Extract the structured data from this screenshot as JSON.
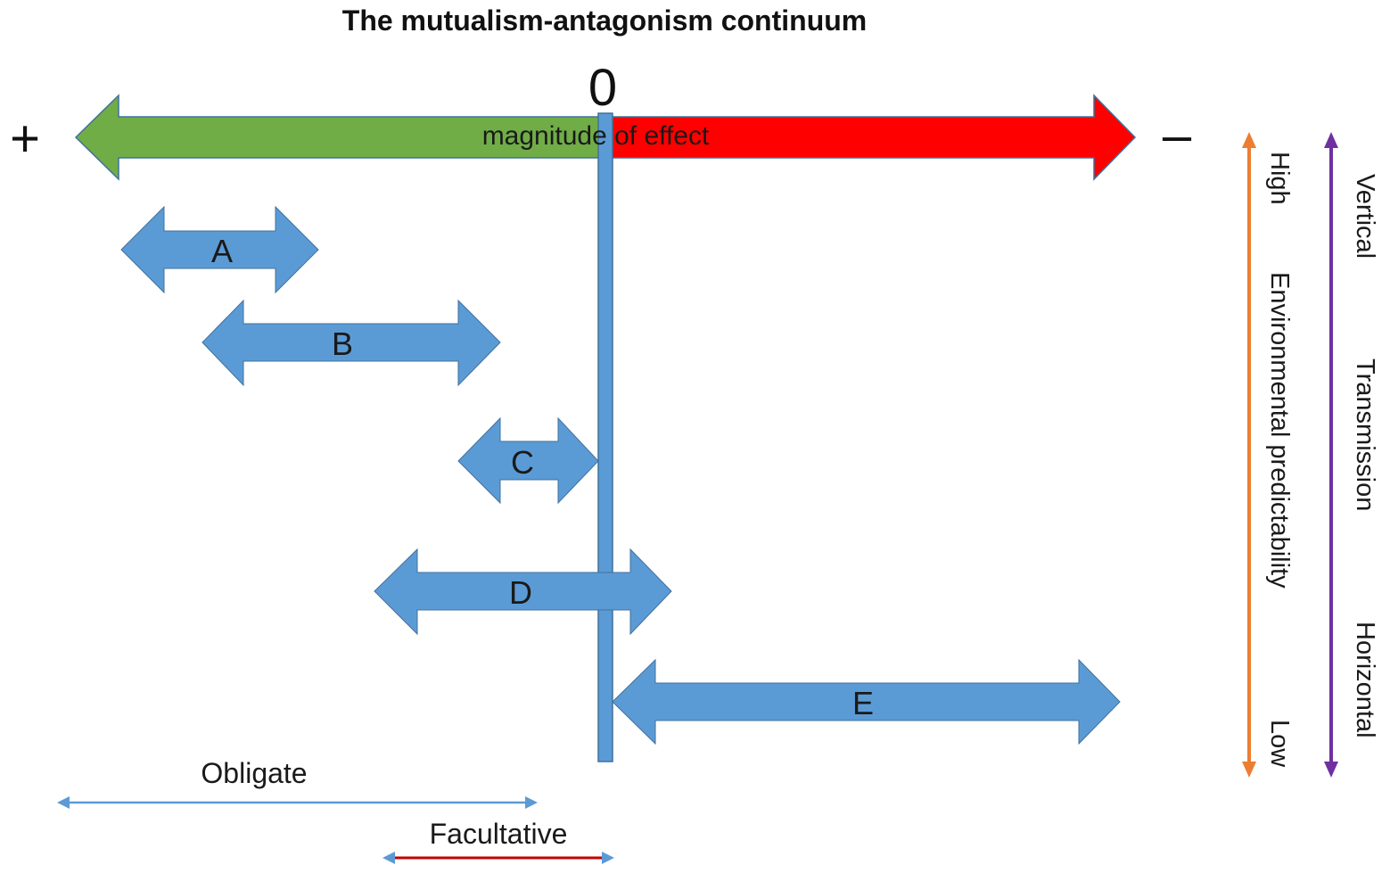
{
  "title": "The mutualism-antagonism continuum",
  "axis": {
    "zero_label": "0",
    "plus_label": "+",
    "minus_label": "–",
    "caption": "magnitude of effect",
    "colors": {
      "positive": "#70ad47",
      "negative": "#ff0000",
      "outline": "#41719c",
      "zero_line": "#5b9bd5"
    }
  },
  "interactions": [
    {
      "label": "A",
      "color": "#5b9bd5"
    },
    {
      "label": "B",
      "color": "#5b9bd5"
    },
    {
      "label": "C",
      "color": "#5b9bd5"
    },
    {
      "label": "D",
      "color": "#5b9bd5"
    },
    {
      "label": "E",
      "color": "#5b9bd5"
    }
  ],
  "env_predictability": {
    "title": "Environmental predictability",
    "high": "High",
    "low": "Low",
    "color": "#ed7d31"
  },
  "transmission": {
    "title": "Transmission",
    "top": "Vertical",
    "bottom": "Horizontal",
    "color": "#7030a0"
  },
  "dependence": {
    "obligate": {
      "label": "Obligate",
      "color": "#5b9bd5"
    },
    "facultative": {
      "label": "Facultative",
      "color": "#c00000"
    }
  }
}
